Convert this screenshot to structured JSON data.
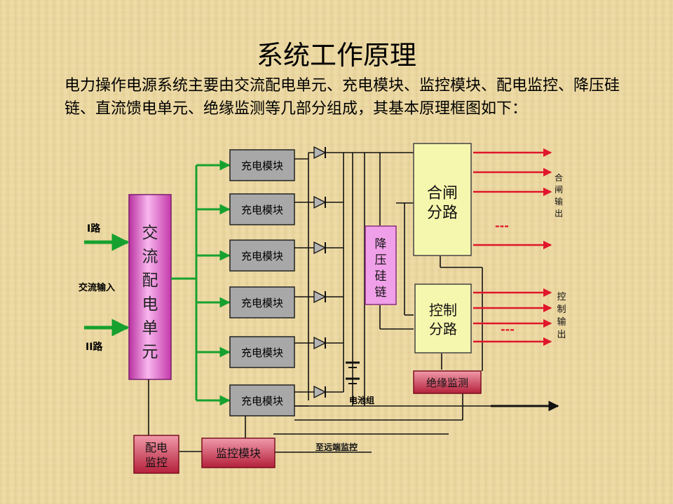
{
  "title": "系统工作原理",
  "intro": "电力操作电源系统主要由交流配电单元、充电模块、监控模块、配电监控、降压硅链、直流馈电单元、绝缘监测等几部分组成，其基本原理框图如下：",
  "ac_input": {
    "line1": "I路",
    "label": "交流输入",
    "line2": "II路"
  },
  "ac_distribution_unit": [
    "交",
    "流",
    "配",
    "电",
    "单",
    "元"
  ],
  "charging_modules": [
    "充电模块",
    "充电模块",
    "充电模块",
    "充电模块",
    "充电模块",
    "充电模块"
  ],
  "step_down_silicon_chain": [
    "降",
    "压",
    "硅",
    "链"
  ],
  "closing_branch": {
    "line1": "合闸",
    "line2": "分路"
  },
  "closing_output": [
    "合",
    "闸",
    "输",
    "出"
  ],
  "control_branch": {
    "line1": "控制",
    "line2": "分路"
  },
  "control_output": [
    "控",
    "制",
    "输",
    "出"
  ],
  "ellipsis": "---",
  "insulation_monitoring": "绝缘监测",
  "battery_pack": "电池组",
  "distribution_monitoring": {
    "line1": "配电",
    "line2": "监控"
  },
  "monitoring_module": "监控模块",
  "remote_monitoring": "至远端监控",
  "colors": {
    "green_arrow": "#16a12e",
    "red_arrow": "#e0162b",
    "ac_unit": "#e07ad6",
    "module_gray": "#a8a8a8",
    "branch_yellow": "#f6f7ae",
    "crimson_box": "#c8324a"
  }
}
